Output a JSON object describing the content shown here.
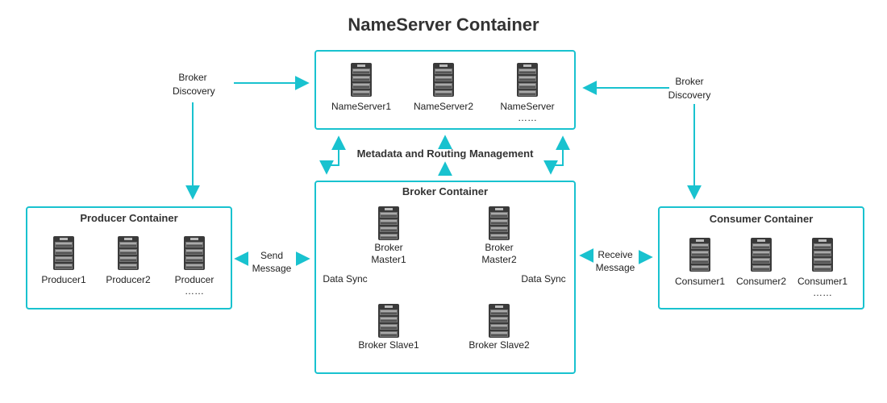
{
  "title": "NameServer Container",
  "nameserver": {
    "nodes": [
      "NameServer1",
      "NameServer2",
      "NameServer"
    ],
    "ellipsis": "……"
  },
  "producer": {
    "title": "Producer Container",
    "nodes": [
      "Producer1",
      "Producer2",
      "Producer"
    ],
    "ellipsis": "……"
  },
  "consumer": {
    "title": "Consumer Container",
    "nodes": [
      "Consumer1",
      "Consumer2",
      "Consumer1"
    ],
    "ellipsis": "……"
  },
  "broker": {
    "title": "Broker Container",
    "master1": "Broker Master1",
    "master2": "Broker Master2",
    "slave1": "Broker Slave1",
    "slave2": "Broker Slave2"
  },
  "labels": {
    "broker_discovery_left": "Broker Discovery",
    "broker_discovery_right": "Broker Discovery",
    "metadata": "Metadata and Routing Management",
    "send_message": "Send Message",
    "receive_message": "Receive Message",
    "data_sync_left": "Data Sync",
    "data_sync_right": "Data Sync"
  },
  "colors": {
    "accent": "#19c2cf",
    "server": "#555555"
  },
  "icons": {
    "server": "server-rack-icon"
  }
}
